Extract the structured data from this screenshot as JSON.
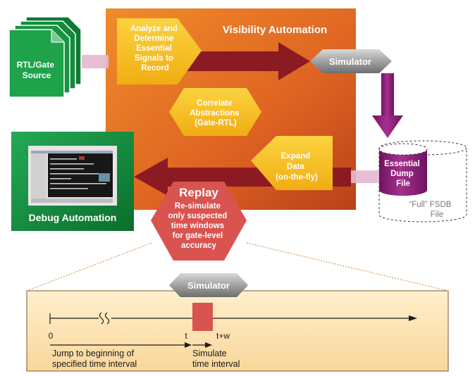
{
  "colors": {
    "orange_dark": "#c8491a",
    "orange_light": "#f08c2a",
    "yellow": "#f7c21c",
    "arrow_red": "#8c1a22",
    "green": "#0e8a3a",
    "purple": "#8a1e79",
    "replay_red": "#d9534f",
    "timeline_bg": "#fde9c2"
  },
  "visibility_automation": {
    "title": "Visibility Automation"
  },
  "analyze": {
    "lines": [
      "Analyze and",
      "Determine",
      "Essential",
      "Signals to",
      "Record"
    ]
  },
  "correlate": {
    "lines": [
      "Correlate",
      "Abstractions",
      "(Gate-RTL)"
    ]
  },
  "expand": {
    "lines": [
      "Expand",
      "Data",
      "(on-the-fly)"
    ]
  },
  "source": {
    "lines": [
      "RTL/Gate",
      "Source"
    ]
  },
  "simulator_top": {
    "label": "Simulator"
  },
  "essential_dump": {
    "lines": [
      "Essential",
      "Dump",
      "File"
    ]
  },
  "full_fsdb": {
    "lines": [
      "“Full” FSDB",
      "File"
    ]
  },
  "debug": {
    "label": "Debug Automation"
  },
  "replay": {
    "title": "Replay",
    "lines": [
      "Re-simulate",
      "only suspected",
      "time windows",
      "for gate-level",
      "accuracy"
    ]
  },
  "simulator_bottom": {
    "label": "Simulator"
  },
  "timeline": {
    "tick_0": "0",
    "tick_t": "t",
    "tick_tw": "t+w",
    "jump_lines": [
      "Jump to beginning of",
      "specified time interval"
    ],
    "simulate_lines": [
      "Simulate",
      "time interval"
    ]
  }
}
